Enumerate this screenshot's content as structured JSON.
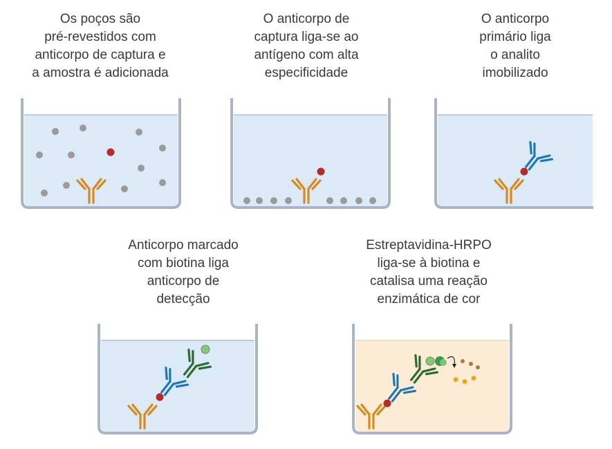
{
  "panels": [
    {
      "id": "step1",
      "caption_lines": [
        "Os poços são",
        "pré-revestidos com",
        "anticorpo de captura e",
        "a amostra é adicionada"
      ],
      "liquid": "blue"
    },
    {
      "id": "step2",
      "caption_lines": [
        "O anticorpo de",
        "captura liga-se ao",
        "antígeno com alta",
        "especificidade"
      ],
      "liquid": "blue"
    },
    {
      "id": "step3",
      "caption_lines": [
        "O anticorpo",
        "primário liga",
        "o analito",
        "imobilizado"
      ],
      "liquid": "blue"
    },
    {
      "id": "step4",
      "caption_lines": [
        "Anticorpo marcado",
        "com biotina liga",
        "anticorpo de",
        "detecção"
      ],
      "liquid": "blue"
    },
    {
      "id": "step5",
      "caption_lines": [
        "Estreptavidina-HRPO",
        "liga-se à biotina e",
        "catalisa uma reação",
        "enzimática de cor"
      ],
      "liquid": "yellow"
    }
  ],
  "colors": {
    "capture_antibody": "#d78a1e",
    "primary_antibody": "#1f78b4",
    "detection_antibody": "#2e6b34",
    "antigen": "#b52a2a",
    "particle": "#9a9a9a",
    "liquid_blue": "#dce9f7",
    "liquid_yellow": "#fcecd6",
    "well_border": "#a9b4c6",
    "biotin": "#8bc47a",
    "product": "#e6a21a"
  }
}
